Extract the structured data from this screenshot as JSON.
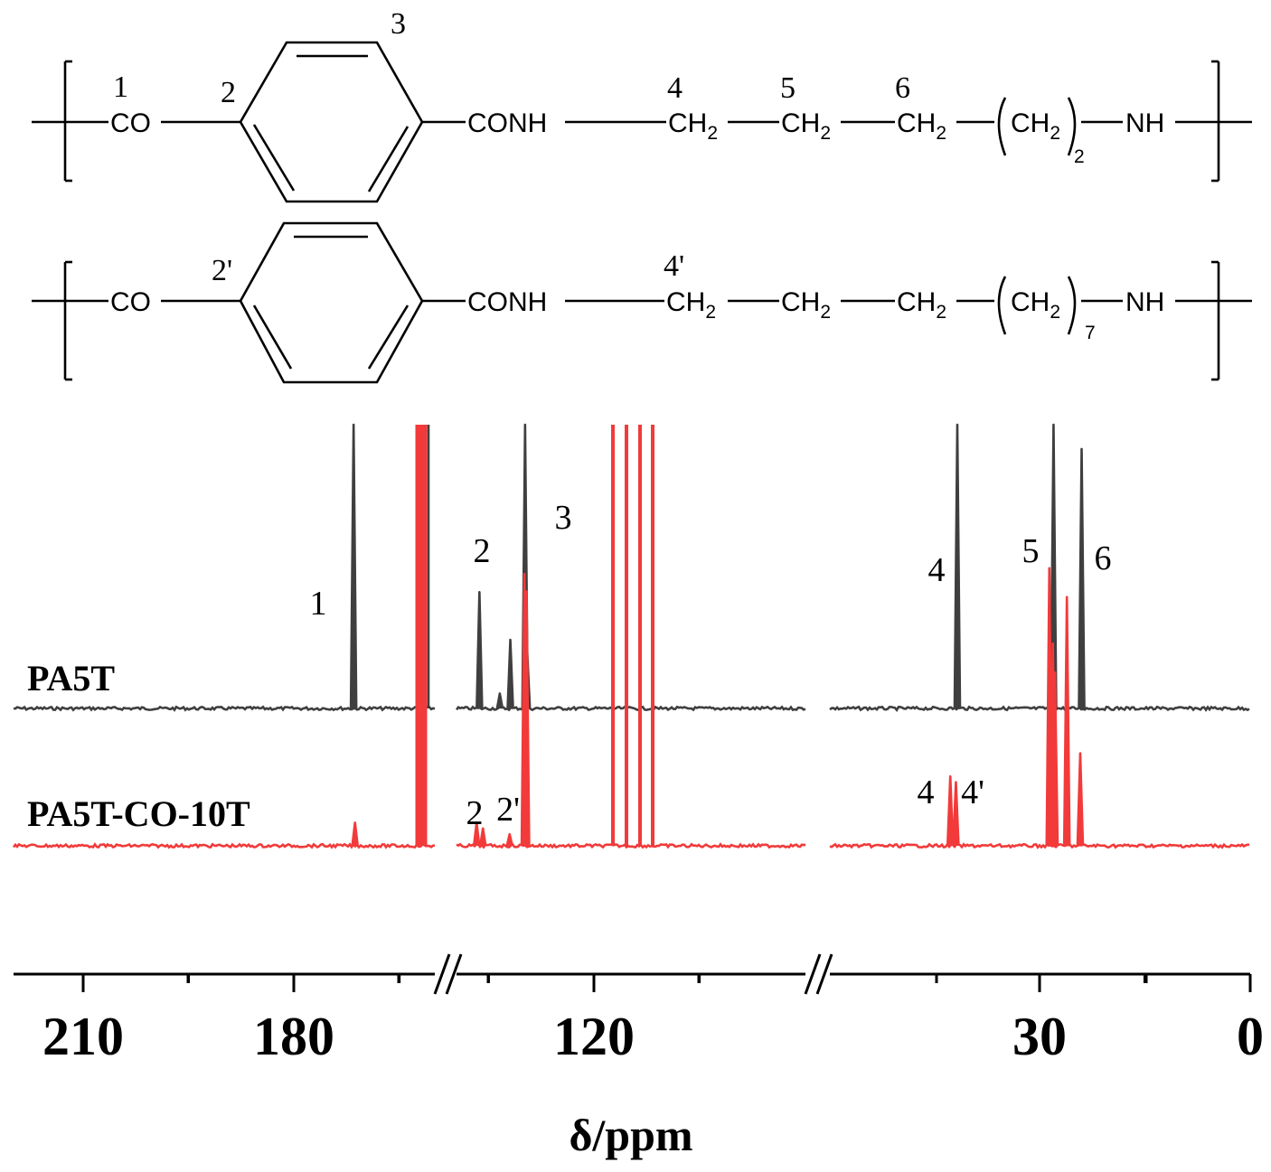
{
  "structures": {
    "top": {
      "groups": {
        "co": "CO",
        "conh": "CONH",
        "ch2": "CH",
        "sub2": "2",
        "nh": "NH",
        "repeat": "2"
      },
      "labels": [
        "1",
        "2",
        "3",
        "4",
        "5",
        "6"
      ]
    },
    "bottom": {
      "groups": {
        "co": "CO",
        "conh": "CONH",
        "ch2": "CH",
        "sub2": "2",
        "nh": "NH",
        "repeat": "7"
      },
      "labels": [
        "2'",
        "4'"
      ]
    }
  },
  "colors": {
    "pa5t": "#3f3f3f",
    "copolymer": "#f23a3a",
    "ink": "#000000"
  },
  "chart_data": {
    "type": "line",
    "xlabel": "δ/ppm",
    "x_ticks": [
      "210",
      "180",
      "120",
      "30",
      "0"
    ],
    "x_reversed": true,
    "axis_breaks": true,
    "series": [
      {
        "name": "PA5T",
        "peaks_ppm": [
          {
            "x": 171.5,
            "h": 1.0
          },
          {
            "x": 136.3,
            "h": 0.39
          },
          {
            "x": 133.4,
            "h": 0.05
          },
          {
            "x": 131.9,
            "h": 0.23
          },
          {
            "x": 129.8,
            "h": 1.0
          },
          {
            "x": 129.5,
            "h": 0.19
          },
          {
            "x": 41.7,
            "h": 1.0
          },
          {
            "x": 28.0,
            "h": 1.0
          },
          {
            "x": 24.0,
            "h": 0.87
          }
        ],
        "peak_labels": [
          {
            "text": "1",
            "x": 171.5
          },
          {
            "text": "2",
            "x": 136.3
          },
          {
            "text": "3",
            "x": 129.8
          },
          {
            "text": "4",
            "x": 41.7
          },
          {
            "text": "5",
            "x": 28.0
          },
          {
            "text": "6",
            "x": 24.0
          }
        ]
      },
      {
        "name": "PA5T-CO-10T",
        "peaks_ppm": [
          {
            "x": 171.3,
            "h": 0.04
          },
          {
            "x": 136.7,
            "h": 0.04
          },
          {
            "x": 135.8,
            "h": 0.03
          },
          {
            "x": 132.0,
            "h": 0.02
          },
          {
            "x": 129.9,
            "h": 0.47
          },
          {
            "x": 129.6,
            "h": 0.44
          },
          {
            "x": 42.7,
            "h": 0.12
          },
          {
            "x": 41.9,
            "h": 0.11
          },
          {
            "x": 28.6,
            "h": 0.48
          },
          {
            "x": 28.1,
            "h": 0.35
          },
          {
            "x": 27.8,
            "h": 0.3
          },
          {
            "x": 26.1,
            "h": 0.43
          },
          {
            "x": 24.2,
            "h": 0.16
          }
        ],
        "peak_labels": [
          {
            "text": "2",
            "x": 136.3
          },
          {
            "text": "2'",
            "x": 134.8
          },
          {
            "text": "4",
            "x": 42.7
          },
          {
            "text": "4'",
            "x": 41.9
          }
        ]
      }
    ]
  }
}
